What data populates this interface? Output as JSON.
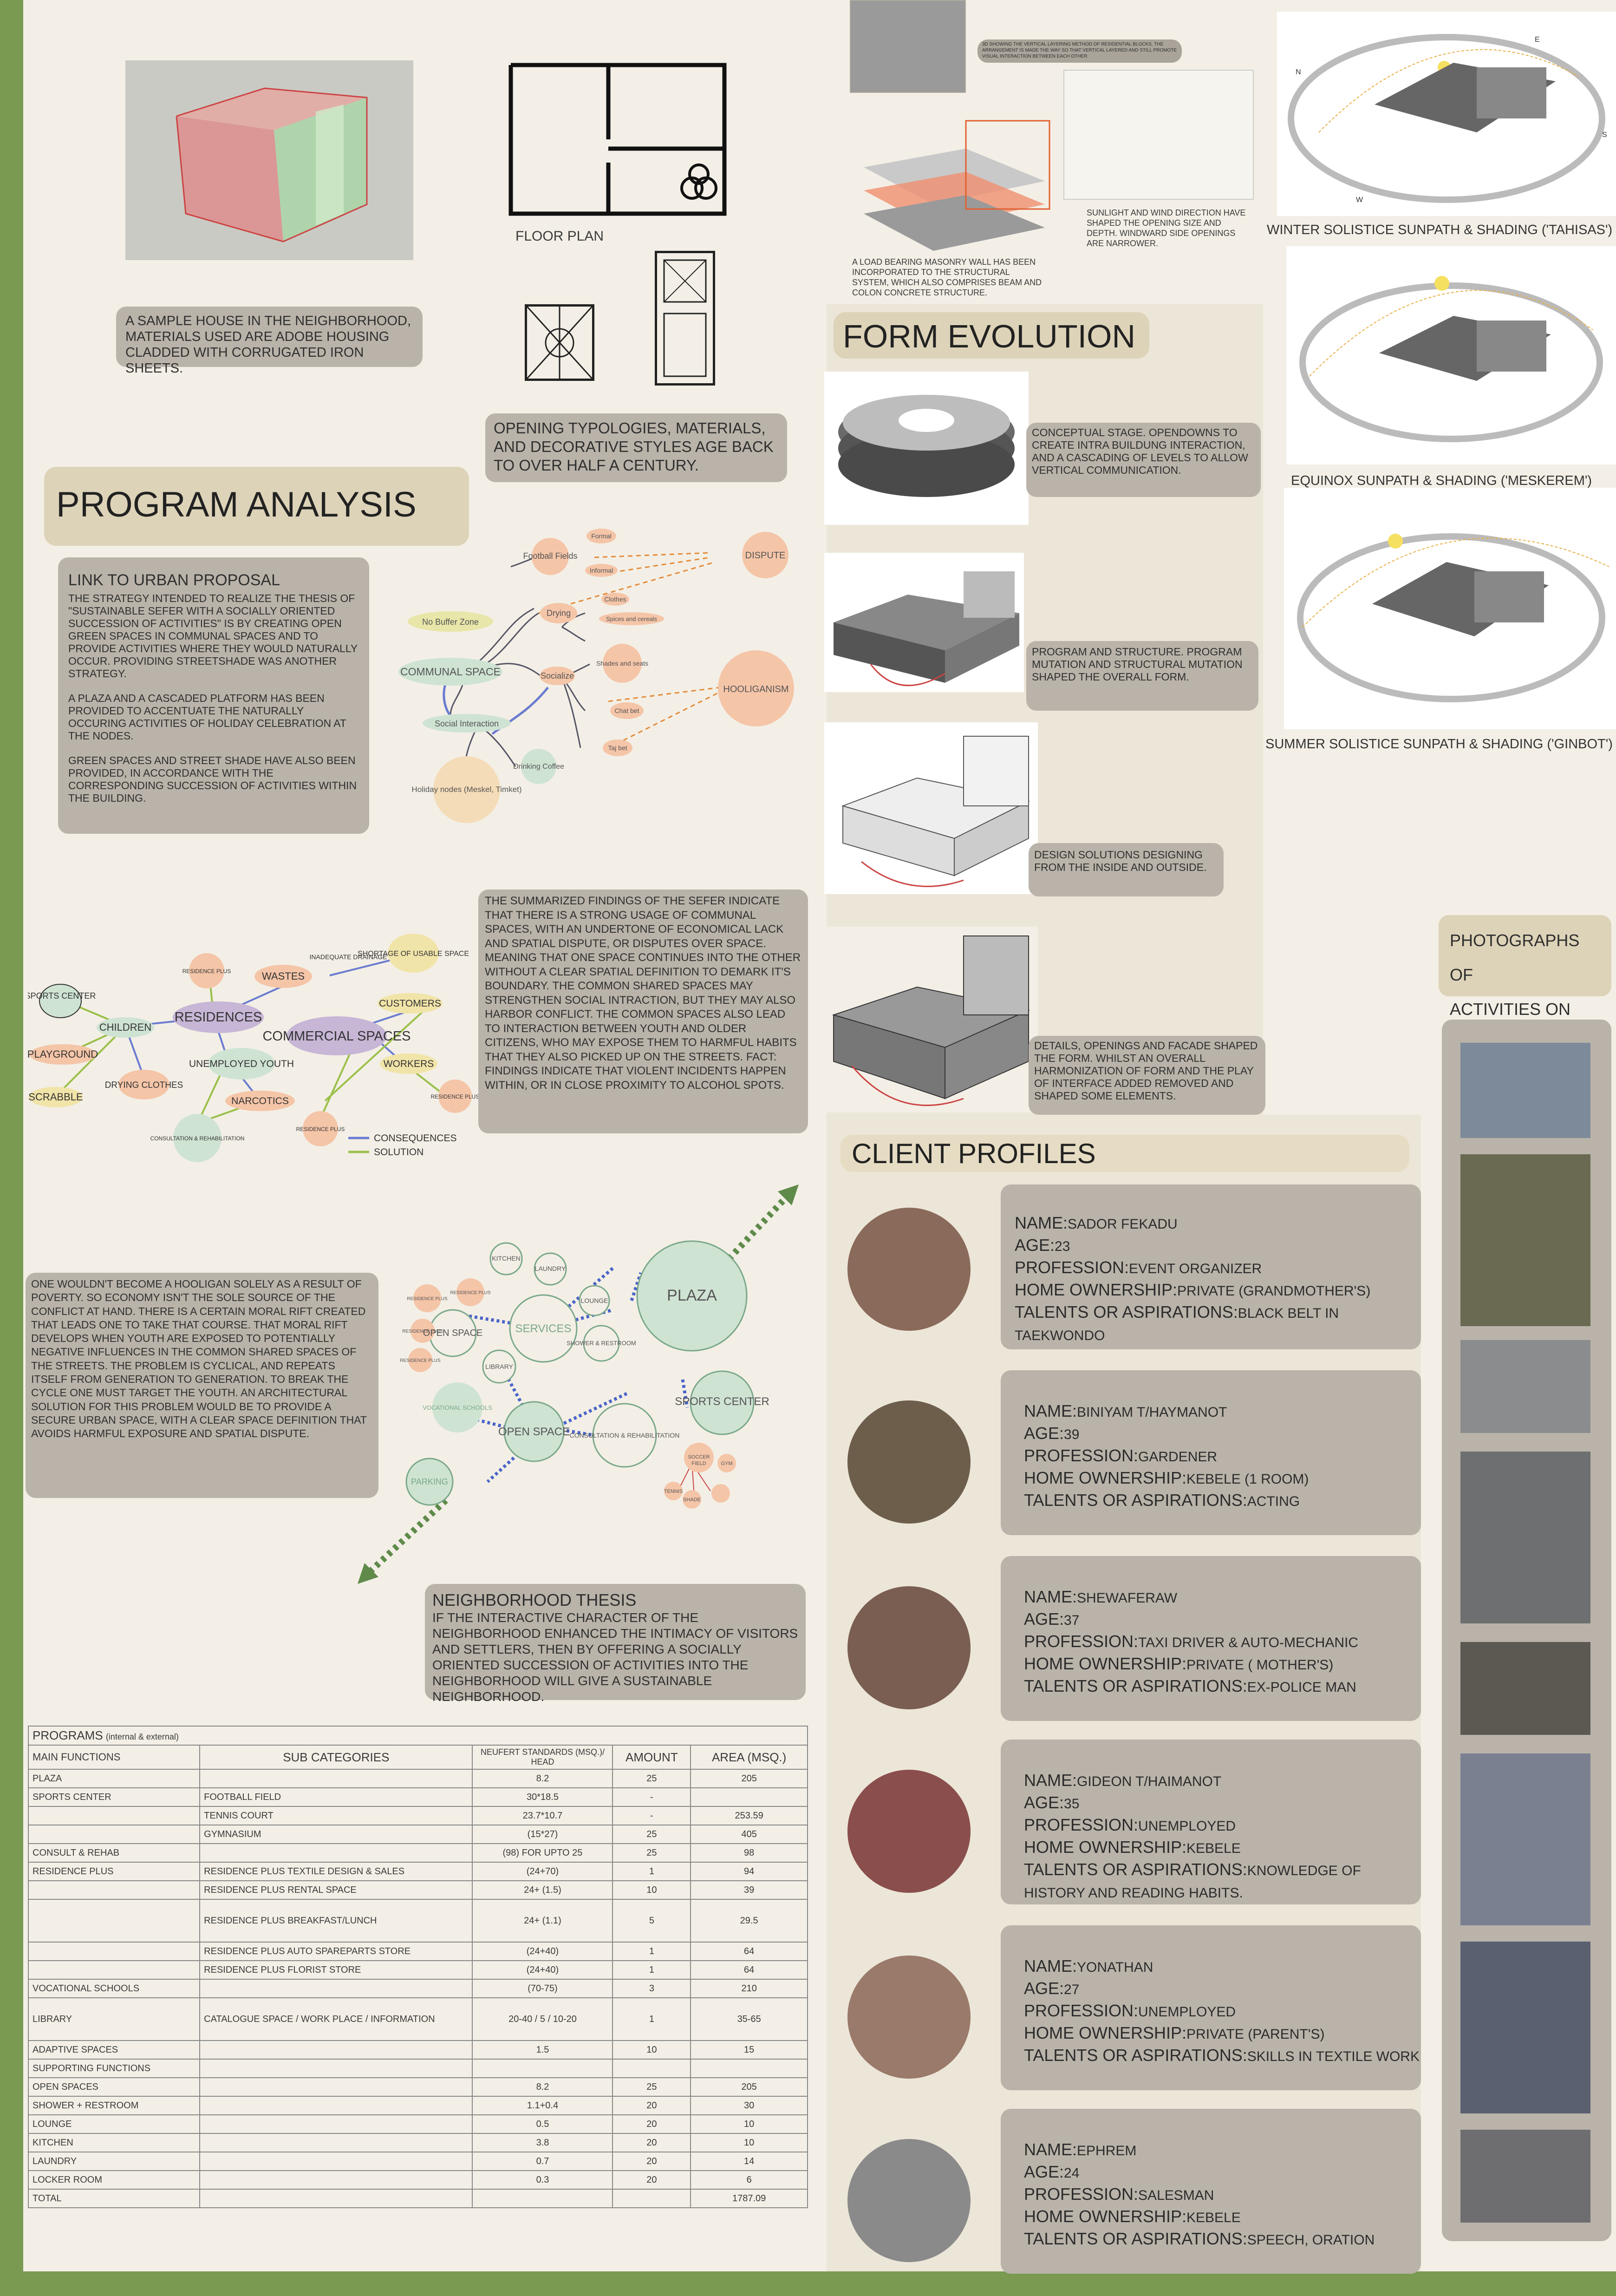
{
  "house": {
    "caption": "A SAMPLE HOUSE IN THE NEIGHBORHOOD, MATERIALS USED ARE ADOBE HOUSING CLADDED WITH CORRUGATED IRON SHEETS.",
    "floor_plan_label": "FLOOR PLAN",
    "openings_caption": "OPENING TYPOLOGIES, MATERIALS, AND DECORATIVE STYLES AGE BACK TO OVER HALF A CENTURY."
  },
  "program_analysis": {
    "title": "PROGRAM ANALYSIS",
    "link_title": "LINK TO URBAN PROPOSAL",
    "link_text": "THE STRATEGY INTENDED TO REALIZE THE THESIS OF \"SUSTAINABLE SEFER WITH A SOCIALLY ORIENTED SUCCESSION OF ACTIVITIES\" IS BY CREATING OPEN GREEN SPACES IN COMMUNAL SPACES AND TO PROVIDE ACTIVITIES WHERE THEY WOULD NATURALLY OCCUR. PROVIDING STREETSHADE WAS ANOTHER STRATEGY.",
    "link_text_2": "A PLAZA AND A CASCADED PLATFORM HAS BEEN PROVIDED TO ACCENTUATE THE NATURALLY OCCURING ACTIVITIES OF HOLIDAY CELEBRATION AT THE NODES.",
    "link_text_3": "GREEN SPACES AND STREET SHADE HAVE ALSO BEEN PROVIDED, IN ACCORDANCE WITH THE CORRESPONDING SUCCESSION OF ACTIVITIES WITHIN THE BUILDING.",
    "findings": "THE SUMMARIZED FINDINGS OF THE SEFER INDICATE THAT THERE IS A STRONG USAGE OF COMMUNAL SPACES, WITH AN UNDERTONE OF ECONOMICAL LACK AND SPATIAL DISPUTE, OR DISPUTES OVER SPACE. MEANING THAT ONE SPACE CONTINUES INTO THE OTHER WITHOUT A CLEAR SPATIAL DEFINITION TO DEMARK IT'S BOUNDARY. THE COMMON SHARED SPACES MAY STRENGTHEN SOCIAL INTRACTION, BUT THEY MAY ALSO HARBOR CONFLICT. THE COMMON SPACES ALSO LEAD TO INTERACTION BETWEEN YOUTH AND OLDER CITIZENS, WHO MAY EXPOSE THEM TO HARMFUL HABITS THAT THEY ALSO PICKED UP ON THE STREETS. FACT: FINDINGS INDICATE THAT VIOLENT INCIDENTS HAPPEN WITHIN, OR IN CLOSE PROXIMITY TO ALCOHOL SPOTS.",
    "hooligan_text": "ONE WOULDN'T BECOME A HOOLIGAN SOLELY AS A RESULT OF POVERTY. SO ECONOMY ISN'T THE SOLE SOURCE OF THE CONFLICT AT HAND. THERE IS A CERTAIN MORAL RIFT CREATED THAT LEADS ONE TO TAKE THAT COURSE. THAT MORAL RIFT DEVELOPS WHEN YOUTH ARE EXPOSED TO POTENTIALLY NEGATIVE INFLUENCES IN THE COMMON SHARED SPACES OF THE STREETS. THE PROBLEM IS CYCLICAL, AND REPEATS ITSELF FROM GENERATION TO GENERATION. TO BREAK THE CYCLE ONE MUST TARGET THE YOUTH. AN ARCHITECTURAL SOLUTION FOR THIS PROBLEM WOULD BE TO PROVIDE A SECURE URBAN SPACE, WITH A CLEAR SPACE DEFINITION THAT AVOIDS HARMFUL EXPOSURE AND SPATIAL DISPUTE.",
    "thesis_title": "NEIGHBORHOOD THESIS",
    "thesis_text": "IF THE INTERACTIVE CHARACTER OF THE NEIGHBORHOOD ENHANCED THE INTIMACY OF VISITORS AND SETTLERS, THEN BY OFFERING A SOCIALLY ORIENTED SUCCESSION OF ACTIVITIES INTO THE NEIGHBORHOOD WILL GIVE A SUSTAINABLE NEIGHBORHOOD."
  },
  "communal_diagram": {
    "nodes": [
      "No Buffer Zone",
      "COMMUNAL SPACE",
      "Social Interaction",
      "Holiday nodes (Meskel, Timket)",
      "Drinking Coffee",
      "Football Fields",
      "Formal",
      "Informal",
      "Drying",
      "Clothes",
      "Spices and cereals",
      "Socialize",
      "Shades and seats",
      "Chat bet",
      "Taj bet",
      "DISPUTE",
      "HOOLIGANISM"
    ]
  },
  "problem_diagram": {
    "nodes": [
      "SPORTS CENTER",
      "PLAYGROUND",
      "SCRABBLE",
      "CHILDREN",
      "DRYING CLOTHES",
      "RESIDENCES",
      "UNEMPLOYED YOUTH",
      "NARCOTICS",
      "CONSULTATION & REHABILITATION",
      "RESIDENCE PLUS",
      "WASTES",
      "INADEQUATE DRAINAGE",
      "SHORTAGE OF USABLE SPACE",
      "COMMERCIAL SPACES",
      "CUSTOMERS",
      "WORKERS",
      "RESIDENCE PLUS",
      "RESIDENCE PLUS"
    ],
    "legend": [
      "CONSEQUENCES",
      "SOLUTION"
    ]
  },
  "solution_diagram": {
    "nodes": [
      "KITCHEN",
      "LAUNDRY",
      "LOUNGE",
      "SERVICES",
      "SHOWER & RESTROOM",
      "OPEN SPACE",
      "LIBRARY",
      "VOCATIONAL SCHOOLS",
      "OPEN SPACE",
      "CONSULTATION & REHABILITATION",
      "PARKING",
      "PLAZA",
      "SPORTS CENTER",
      "SOCCER",
      "FIELD",
      "GYM",
      "SHADE",
      "TENNIS",
      "RESIDENCE PLUS",
      "RESIDENCE PLUS",
      "RESIDENCE PLUS",
      "RESIDENCE PLUS"
    ]
  },
  "programs_table": {
    "title": "PROGRAMS",
    "title_note": "(internal & external)",
    "headers": [
      "MAIN FUNCTIONS",
      "SUB CATEGORIES",
      "NEUFERT STANDARDS (Msq.)/ HEAD",
      "AMOUNT",
      "AREA (Msq.)"
    ],
    "rows": [
      [
        "PLAZA",
        "",
        "8.2",
        "25",
        "205"
      ],
      [
        "SPORTS CENTER",
        "FOOTBALL FIELD",
        "30*18.5",
        "-",
        ""
      ],
      [
        "",
        "TENNIS COURT",
        "23.7*10.7",
        "-",
        "253.59"
      ],
      [
        "",
        "GYMNASIUM",
        "(15*27)",
        "25",
        "405"
      ],
      [
        "CONSULT & REHAB",
        "",
        "(98) for upto 25",
        "25",
        "98"
      ],
      [
        "RESIDENCE PLUS",
        "RESIDENCE PLUS TEXTILE DESIGN & SALES",
        "(24+70)",
        "1",
        "94"
      ],
      [
        "",
        "RESIDENCE PLUS RENTAL SPACE",
        "24+ (1.5)",
        "10",
        "39"
      ],
      [
        "",
        "RESIDENCE PLUS BREAKFAST/LUNCH",
        "24+ (1.1)",
        "5",
        "29.5"
      ],
      [
        "",
        "RESIDENCE PLUS AUTO SPAREPARTS STORE",
        "(24+40)",
        "1",
        "64"
      ],
      [
        "",
        "RESIDENCE PLUS FLORIST STORE",
        "(24+40)",
        "1",
        "64"
      ],
      [
        "VOCATIONAL SCHOOLS",
        "",
        "(70-75)",
        "3",
        "210"
      ],
      [
        "LIBRARY",
        "CATALOGUE SPACE / WORK PLACE / INFORMATION",
        "20-40 / 5 / 10-20",
        "1",
        "35-65"
      ],
      [
        "ADAPTIVE SPACES",
        "",
        "1.5",
        "10",
        "15"
      ],
      [
        "SUPPORTING FUNCTIONS",
        "",
        "",
        "",
        ""
      ],
      [
        "OPEN SPACES",
        "",
        "8.2",
        "25",
        "205"
      ],
      [
        "SHOWER + RESTROOM",
        "",
        "1.1+0.4",
        "20",
        "30"
      ],
      [
        "LOUNGE",
        "",
        "0.5",
        "20",
        "10"
      ],
      [
        "KITCHEN",
        "",
        "3.8",
        "20",
        "10"
      ],
      [
        "LAUNDRY",
        "",
        "0.7",
        "20",
        "14"
      ],
      [
        "LOCKER ROOM",
        "",
        "0.3",
        "20",
        "6"
      ],
      [
        "TOTAL",
        "",
        "",
        "",
        "1787.09"
      ]
    ]
  },
  "top_notes": {
    "layering": "3D SHOWING THE VERTICAL LAYERING METHOD OF RESIDENTIAL BLOCKS. THE ARRANGEMENT IS MADE THE WAY SO THAT VERTICAL LAYERED AND STILL PROMOTE VISUAL INTERACTION BETWEEN EACH OTHER.",
    "masonry": "A LOAD BEARING MASONRY WALL HAS BEEN INCORPORATED TO THE STRUCTURAL SYSTEM, WHICH ALSO COMPRISES BEAM AND COLON CONCRETE STRUCTURE.",
    "sunlight": "SUNLIGHT AND WIND DIRECTION HAVE SHAPED THE OPENING SIZE AND DEPTH. WINDWARD SIDE OPENINGS ARE NARROWER."
  },
  "form_evolution": {
    "title": "FORM EVOLUTION",
    "steps": [
      "CONCEPTUAL STAGE. OPENDOWNS TO CREATE INTRA BUILDUNG INTERACTION, AND A CASCADING OF LEVELS TO ALLOW VERTICAL COMMUNICATION.",
      "PROGRAM AND STRUCTURE. PROGRAM MUTATION AND STRUCTURAL MUTATION SHAPED THE OVERALL FORM.",
      "DESIGN SOLUTIONS DESIGNING FROM THE INSIDE AND OUTSIDE.",
      "DETAILS, OPENINGS AND FACADE SHAPED THE FORM. WHILST AN OVERALL HARMONIZATION OF FORM AND THE PLAY OF INTERFACE ADDED REMOVED AND SHAPED SOME ELEMENTS."
    ]
  },
  "sunpath": {
    "winter": "WINTER SOLISTICE SUNPATH & SHADING ('TAHISAS')",
    "equinox": "EQUINOX SUNPATH & SHADING ('MESKEREM')",
    "summer": "SUMMER SOLISTICE SUNPATH & SHADING ('GINBOT')",
    "compass": [
      "N",
      "E",
      "S",
      "W"
    ]
  },
  "client_profiles": {
    "title": "CLIENT PROFILES",
    "labels": {
      "name": "NAME:",
      "age": "AGE:",
      "profession": "PROFESSION:",
      "ownership": "HOME OWNERSHIP:",
      "talents": "TALENTS OR ASPIRATIONS:"
    },
    "items": [
      {
        "name": "SADOR FEKADU",
        "age": "23",
        "profession": "EVENT ORGANIZER",
        "ownership": "PRIVATE (GRANDMOTHER'S)",
        "talents": "BLACK BELT IN TAEKWONDO"
      },
      {
        "name": "BINIYAM T/HAYMANOT",
        "age": "39",
        "profession": "GARDENER",
        "ownership": "KEBELE (1 ROOM)",
        "talents": "ACTING"
      },
      {
        "name": "SHEWAFERAW",
        "age": "37",
        "profession": "TAXI DRIVER & AUTO-MECHANIC",
        "ownership": "PRIVATE ( MOTHER'S)",
        "talents": "EX-POLICE MAN"
      },
      {
        "name": "GIDEON T/HAIMANOT",
        "age": "35",
        "profession": "UNEMPLOYED",
        "ownership": "KEBELE",
        "talents": "KNOWLEDGE OF HISTORY AND READING HABITS."
      },
      {
        "name": "YONATHAN",
        "age": "27",
        "profession": "UNEMPLOYED",
        "ownership": "PRIVATE (PARENT'S)",
        "talents": "SKILLS IN TEXTILE WORK"
      },
      {
        "name": "EPHREM",
        "age": "24",
        "profession": "SALESMAN",
        "ownership": "KEBELE",
        "talents": "SPEECH, ORATION"
      }
    ]
  },
  "photos": {
    "title_1": "PHOTOGRAPHS OF",
    "title_2": "ACTIVITIES ON SITE"
  },
  "colors": {
    "frame": "#7a9a52",
    "panel": "#b9b3a9",
    "heading": "#ddd3b8",
    "bubble": "#f5c5a8",
    "bubble_green": "#cfe3d3",
    "bubble_purple": "#c7b6d6"
  }
}
